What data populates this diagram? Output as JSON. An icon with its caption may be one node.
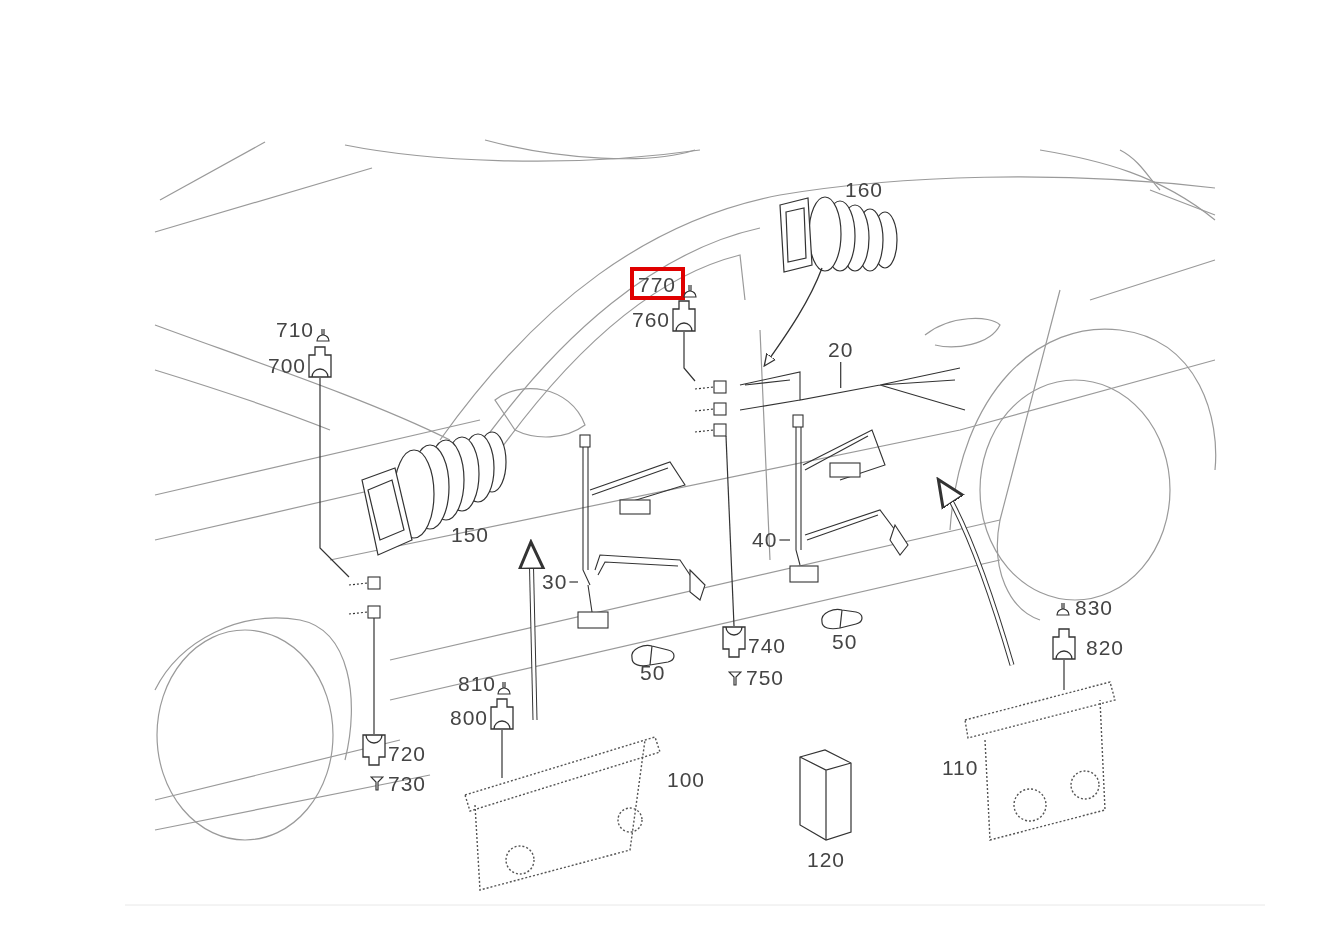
{
  "diagram": {
    "nodes": [
      {
        "text": [
          "760"
        ]
      },
      {
        "text": [
          "700"
        ]
      },
      {
        "text": [
          "20"
        ]
      },
      {
        "text": [
          "40"
        ]
      },
      {
        "text": [
          "30"
        ]
      },
      {
        "text": [
          "740"
        ]
      },
      {
        "text": [
          "720"
        ]
      },
      {
        "text": [
          "800"
        ]
      },
      {
        "text": [
          "820"
        ]
      },
      {
        "text": [],
        "shape": "box"
      },
      {
        "text": [],
        "shape": "box"
      },
      {
        "text": [],
        "shape": "box"
      },
      {
        "text": [],
        "shape": "box"
      },
      {
        "text": [],
        "shape": "picture"
      },
      {
        "text": [],
        "shape": "picture"
      },
      {
        "text": [],
        "shape": "picture"
      },
      {
        "text": [],
        "shape": "picture",
        "beside": [
          "100"
        ]
      },
      {
        "text": [],
        "shape": "picture",
        "beside": [
          "110"
        ]
      }
    ],
    "edges": [
      {
        "from": 0,
        "to": 9,
        "arrow": "none"
      },
      {
        "from": 1,
        "to": 11,
        "arrow": "none"
      },
      {
        "from": 2,
        "to": 13,
        "arrow": "none"
      },
      {
        "from": 3,
        "to": 14,
        "arrow": "none"
      },
      {
        "from": 4,
        "to": 15,
        "arrow": "none"
      },
      {
        "from": 5,
        "to": 10,
        "arrow": "none"
      },
      {
        "from": 6,
        "to": 12,
        "arrow": "none"
      },
      {
        "from": 7,
        "to": 16,
        "arrow": "none"
      },
      {
        "from": 8,
        "to": 17,
        "arrow": "none"
      }
    ],
    "labels": [
      "160",
      "770",
      "710",
      "150",
      "830",
      "50",
      "50",
      "750",
      "810",
      "730",
      "120"
    ]
  }
}
